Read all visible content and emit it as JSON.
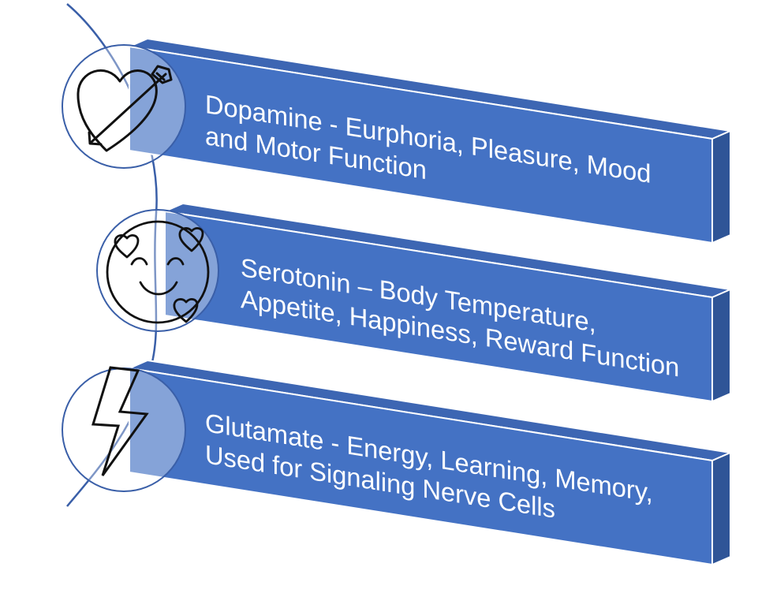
{
  "theme": {
    "block_front": "#4472C4",
    "block_top": "#3D66B3",
    "block_side": "#2F5597",
    "block_edge": "#ffffff",
    "connector_line": "#3A5FA8",
    "icon_stroke": "#111111",
    "circle_fill": "rgba(255,255,255,0.35)"
  },
  "items": [
    {
      "icon": "heart-arrow-icon",
      "lines": [
        "Dopamine - Eurphoria, Pleasure, Mood",
        "and Motor Function"
      ]
    },
    {
      "icon": "smiling-face-with-hearts-icon",
      "lines": [
        "Serotonin – Body Temperature,",
        "Appetite, Happiness, Reward Function"
      ]
    },
    {
      "icon": "lightning-bolt-icon",
      "lines": [
        "Glutamate - Energy, Learning, Memory,",
        "Used for Signaling Nerve Cells"
      ]
    }
  ]
}
